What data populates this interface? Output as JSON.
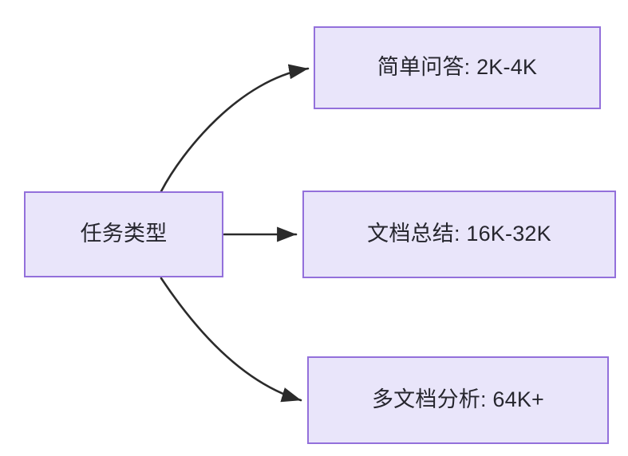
{
  "diagram": {
    "title": "任务类型",
    "background_color": "#ffffff",
    "node_fill_color": "#e9e5fa",
    "node_border_color": "#9370db",
    "node_text_color": "#26262e",
    "edge_color": "#2b2b2b",
    "nodes": [
      {
        "id": "root",
        "label": "任务类型"
      },
      {
        "id": "simple_qa",
        "label": "简单问答: 2K-4K"
      },
      {
        "id": "doc_summary",
        "label": "文档总结: 16K-32K"
      },
      {
        "id": "multi_doc",
        "label": "多文档分析: 64K+"
      }
    ],
    "edges": [
      {
        "from": "root",
        "to": "simple_qa",
        "style": "curved",
        "arrow": "arrowhead-icon"
      },
      {
        "from": "root",
        "to": "doc_summary",
        "style": "straight",
        "arrow": "arrowhead-icon"
      },
      {
        "from": "root",
        "to": "multi_doc",
        "style": "curved",
        "arrow": "arrowhead-icon"
      }
    ]
  }
}
